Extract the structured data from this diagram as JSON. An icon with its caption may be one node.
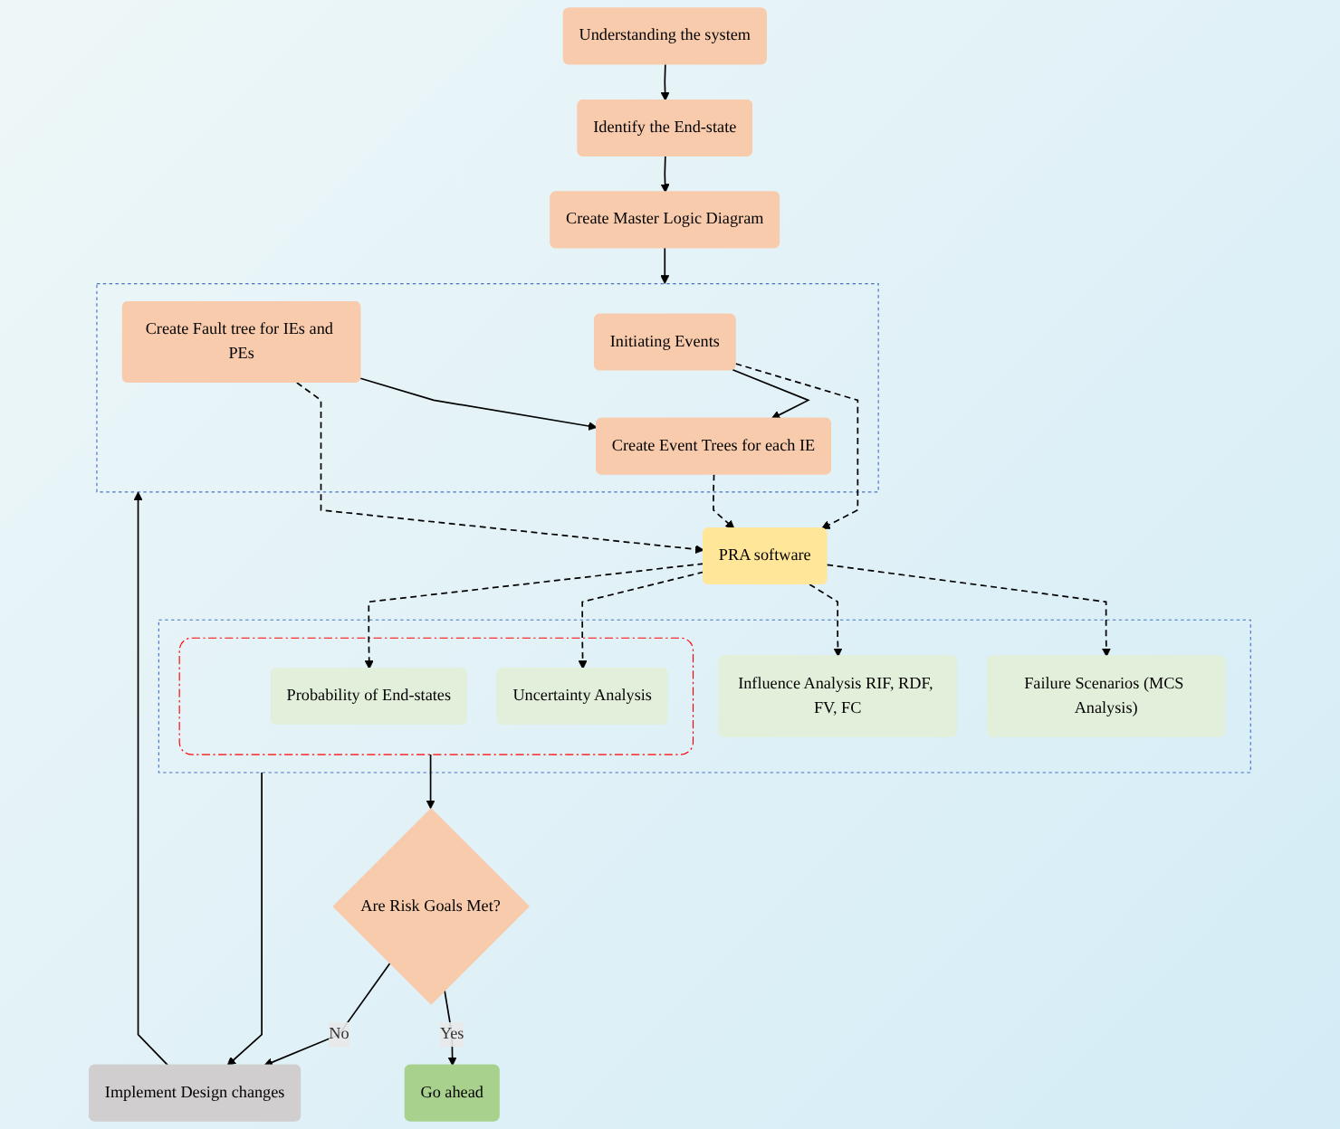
{
  "diagram": {
    "nodes": [
      {
        "text": [
          "Create Master Logic Diagram"
        ]
      },
      {
        "text": [
          "Identify the End-state"
        ]
      },
      {
        "text": [
          "Understanding the system"
        ]
      },
      {
        "text": [],
        "shape": "box"
      },
      {
        "text": [
          "Initiating Events"
        ],
        "in": 3
      },
      {
        "text": [
          "Create Event Trees for each IE"
        ],
        "in": 3
      },
      {
        "text": [
          "Create Fault tree for IEs and PEs"
        ],
        "in": 3
      },
      {
        "text": [
          "PRA software"
        ]
      },
      {
        "text": [],
        "shape": "box"
      },
      {
        "text": [
          "Influence Analysis RIF, RDF, FV, FC"
        ],
        "in": 8
      },
      {
        "text": [
          "Failure Scenarios (MCS Analysis)"
        ],
        "in": 8
      },
      {
        "text": [],
        "shape": "box",
        "in": 8
      },
      {
        "text": [
          "Probability of End-states"
        ],
        "in": 11
      },
      {
        "text": [
          "Uncertainty Analysis"
        ],
        "in": 11
      },
      {
        "text": [
          "Implement Design changes"
        ]
      },
      {
        "text": [
          "Are Risk Goals Met?"
        ]
      },
      {
        "text": [
          "Go ahead"
        ]
      }
    ],
    "edges": [
      {
        "from": 2,
        "to": 1,
        "arrow": "to"
      },
      {
        "from": 1,
        "to": 0,
        "arrow": "to"
      },
      {
        "from": 0,
        "to": 3,
        "arrow": "to"
      },
      {
        "from": 4,
        "to": 5,
        "arrow": "to"
      },
      {
        "from": 6,
        "to": 5,
        "arrow": "to"
      },
      {
        "from": 4,
        "to": 7,
        "arrow": "to",
        "style": "dashed"
      },
      {
        "from": 5,
        "to": 7,
        "arrow": "to",
        "style": "dashed"
      },
      {
        "from": 6,
        "to": 7,
        "arrow": "to",
        "style": "dashed"
      },
      {
        "from": 7,
        "to": 9,
        "arrow": "to",
        "style": "dashed"
      },
      {
        "from": 7,
        "to": 12,
        "arrow": "to",
        "style": "dashed"
      },
      {
        "from": 7,
        "to": 10,
        "arrow": "to",
        "style": "dashed"
      },
      {
        "from": 7,
        "to": 13,
        "arrow": "to",
        "style": "dashed"
      },
      {
        "from": 8,
        "to": 14,
        "arrow": "to"
      },
      {
        "from": 11,
        "to": 15,
        "arrow": "to"
      },
      {
        "from": 15,
        "to": 14,
        "label": "No",
        "arrow": "to"
      },
      {
        "from": 15,
        "to": 16,
        "label": "Yes",
        "arrow": "to"
      },
      {
        "from": 14,
        "to": 3,
        "arrow": "to"
      }
    ]
  }
}
